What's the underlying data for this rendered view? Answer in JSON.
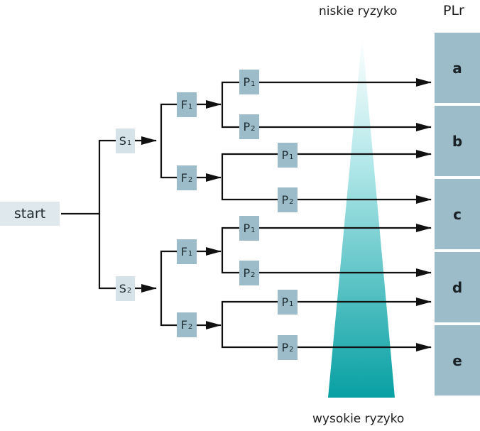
{
  "diagram": {
    "start_label": "start",
    "top_label": "niskie ryzyko",
    "bottom_label": "wysokie ryzyko",
    "plr_header": "PLr",
    "severity": [
      {
        "base": "S",
        "sub": "1"
      },
      {
        "base": "S",
        "sub": "2"
      }
    ],
    "frequency": [
      {
        "base": "F",
        "sub": "1"
      },
      {
        "base": "F",
        "sub": "2"
      }
    ],
    "possibility": [
      {
        "base": "P",
        "sub": "1"
      },
      {
        "base": "P",
        "sub": "2"
      }
    ],
    "plr_levels": [
      "a",
      "b",
      "c",
      "d",
      "e"
    ],
    "colors": {
      "box": "#9bbcc8",
      "box_light": "#d5e3e8",
      "gradient_top": "#ffffff",
      "gradient_bottom": "#0aa3a6",
      "line": "#111111"
    }
  }
}
